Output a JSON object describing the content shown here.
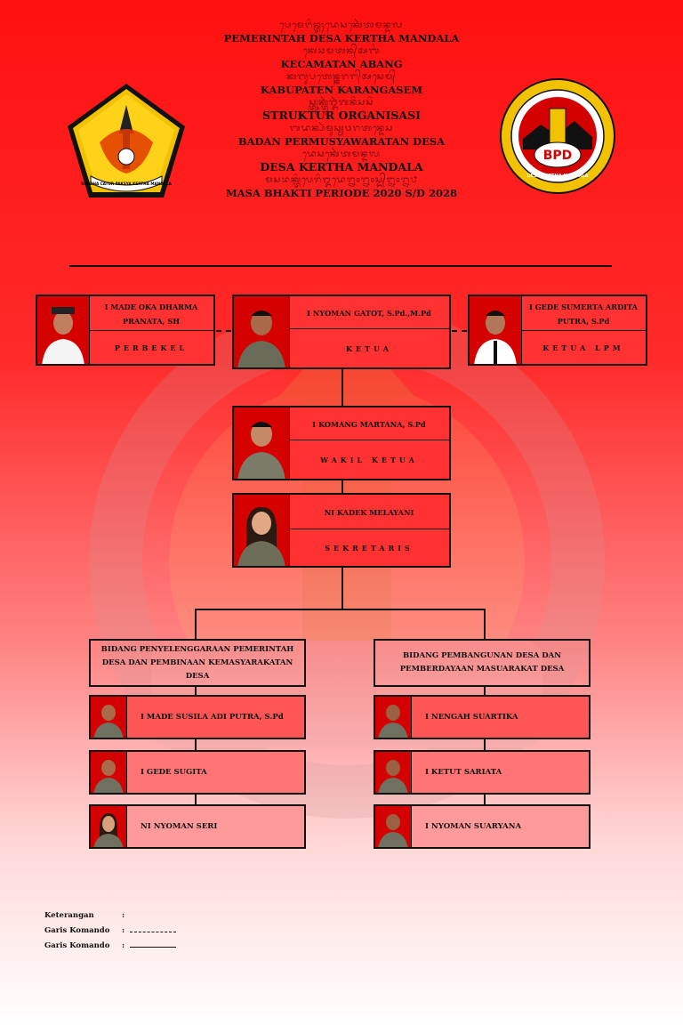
{
  "header": {
    "script_lines": [
      "ᬧᬾᬫᬾᬭᬶᬦ᭄ᬢᬄᬤᬾᬲᬓᬾᬃᬢᬫᬦ᭄ᬤᬮ",
      "ᬓᬾᬘᬫᬢᬦ᭄ᬅᬩᬂ",
      "ᬓᬩᬸᬧᬢᬾᬦ᭄ᬓᬭᬗ᭄ᬅᬲᬾᬫ᭄",
      "ᬲ᭄ᬢ᭄ᬭᬸᬓ᭄ᬢᬸᬃᬑᬃᬕᬦᬶᬲᬲᬶ",
      "ᬩᬤᬦ᭄ᬧᬃᬫᬸᬲ᭄ᬬᬯᬭᬢᬦ᭄ᬤᬾᬲ",
      "ᬤᬾᬲᬓᬾᬃᬢᬫᬦ᭄ᬤᬮ",
      "ᬫᬲᬪᬓ᭄ᬢᬶᬧᬾᬭᬶᬑᬤᬾ᭒᭐᭒᭐ᬲ᭄ᬤ᭄᭒᭐᭒᭘"
    ],
    "lines": [
      "PEMERINTAH DESA KERTHA MANDALA",
      "KECAMATAN ABANG",
      "KABUPATEN KARANGASEM",
      "STRUKTUR ORGANISASI",
      "BADAN PERMUSYAWARATAN DESA",
      "DESA KERTHA MANDALA",
      "MASA BHAKTI PERIODE 2020 S/D 2028"
    ]
  },
  "logos": {
    "left_ribbon": "SUDDHA CATUR PAKSYA KERTHA MANDALA",
    "right_badge": "BPD",
    "right_ribbon": "DESA KERTHA MANDALA"
  },
  "top": {
    "perbekel": {
      "name": "I MADE OKA DHARMA PRANATA, SH",
      "role": "PERBEKEL"
    },
    "ketua": {
      "name": "I NYOMAN GATOT, S.Pd.,M.Pd",
      "role": "KETUA"
    },
    "lpm": {
      "name": "I GEDE SUMERTA ARDITA PUTRA, S.Pd",
      "role": "KETUA LPM"
    }
  },
  "wakil": {
    "name": "I KOMANG MARTANA, S.Pd",
    "role": "WAKIL KETUA"
  },
  "sekretaris": {
    "name": "NI KADEK MELAYANI",
    "role": "SEKRETARIS"
  },
  "bidang_left": {
    "title": "BIDANG PENYELENGGARAAN PEMERINTAH DESA DAN PEMBINAAN KEMASYARAKATAN DESA",
    "members": [
      "I MADE SUSILA ADI PUTRA, S.Pd",
      "I GEDE SUGITA",
      "NI NYOMAN SERI"
    ]
  },
  "bidang_right": {
    "title": "BIDANG PEMBANGUNAN DESA DAN PEMBERDAYAAN MASUARAKAT DESA",
    "members": [
      "I NENGAH SUARTIKA",
      "I KETUT SARIATA",
      "I NYOMAN SUARYANA"
    ]
  },
  "legend": {
    "title": "Keterangan",
    "row1": "Garis Komando",
    "row2": "Garis Komando",
    "colon": ":"
  },
  "colors": {
    "accent": "#ff1010",
    "box_fill": "#ff3131",
    "photo_bg": "#d50000",
    "line": "#111111"
  }
}
